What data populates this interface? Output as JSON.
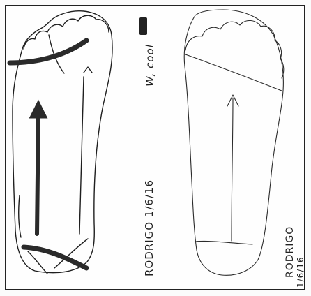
{
  "labels": {
    "left_signature": "RODRIGO 1/6/16",
    "right_signature_name": "RODRIGO",
    "right_signature_date": "1/6/16",
    "top_note": "W, cool"
  }
}
